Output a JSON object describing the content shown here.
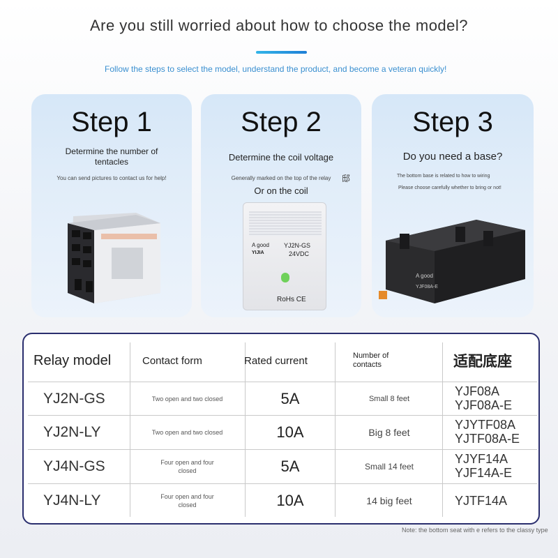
{
  "headline": "Are you still worried about how to choose the model?",
  "subline": "Follow the steps to select the model, understand the product, and become a veteran quickly!",
  "steps": [
    {
      "title": "Step 1",
      "desc": "Determine the number of tentacles",
      "hint": "You can send pictures to contact us for help!"
    },
    {
      "title": "Step 2",
      "desc": "Determine the coil voltage",
      "hint": "Generally marked on the top of the relay",
      "hint_mark": "邸",
      "desc2": "Or on the coil",
      "relay_brand": "A good",
      "relay_brand2": "YIJIA",
      "relay_model": "YJ2N-GS",
      "relay_voltage": "24VDC",
      "relay_cert": "RoHs CE"
    },
    {
      "title": "Step 3",
      "desc": "Do you need a base?",
      "hint": "The bottom base is related to how to wiring",
      "hint2": "Please choose carefully whether to bring or not!",
      "base_brand": "A good",
      "base_model": "YJF08A-E"
    }
  ],
  "table": {
    "headers": [
      "Relay model",
      "Contact form",
      "Rated current",
      "Number of contacts",
      "适配底座"
    ],
    "rows": [
      {
        "model": "YJ2N-GS",
        "contact": "Two open and two closed",
        "current": "5A",
        "count": "Small 8 feet",
        "base1": "YJF08A",
        "base2": "YJF08A-E"
      },
      {
        "model": "YJ2N-LY",
        "contact": "Two open and two closed",
        "current": "10A",
        "count": "Big 8 feet",
        "base1": "YJYTF08A",
        "base2": "YJTF08A-E"
      },
      {
        "model": "YJ4N-GS",
        "contact": "Four open and four closed",
        "current": "5A",
        "count": "Small 14 feet",
        "base1": "YJYF14A",
        "base2": "YJF14A-E"
      },
      {
        "model": "YJ4N-LY",
        "contact": "Four open and four closed",
        "current": "10A",
        "count": "14 big feet",
        "base1": "YJTF14A",
        "base2": ""
      }
    ]
  },
  "note": "Note: the bottom seat with e refers to the classy type",
  "colors": {
    "accent_start": "#33b5e8",
    "accent_end": "#1e7fd6",
    "table_border": "#2a2e6e",
    "card_bg": "#d6e7f8"
  }
}
